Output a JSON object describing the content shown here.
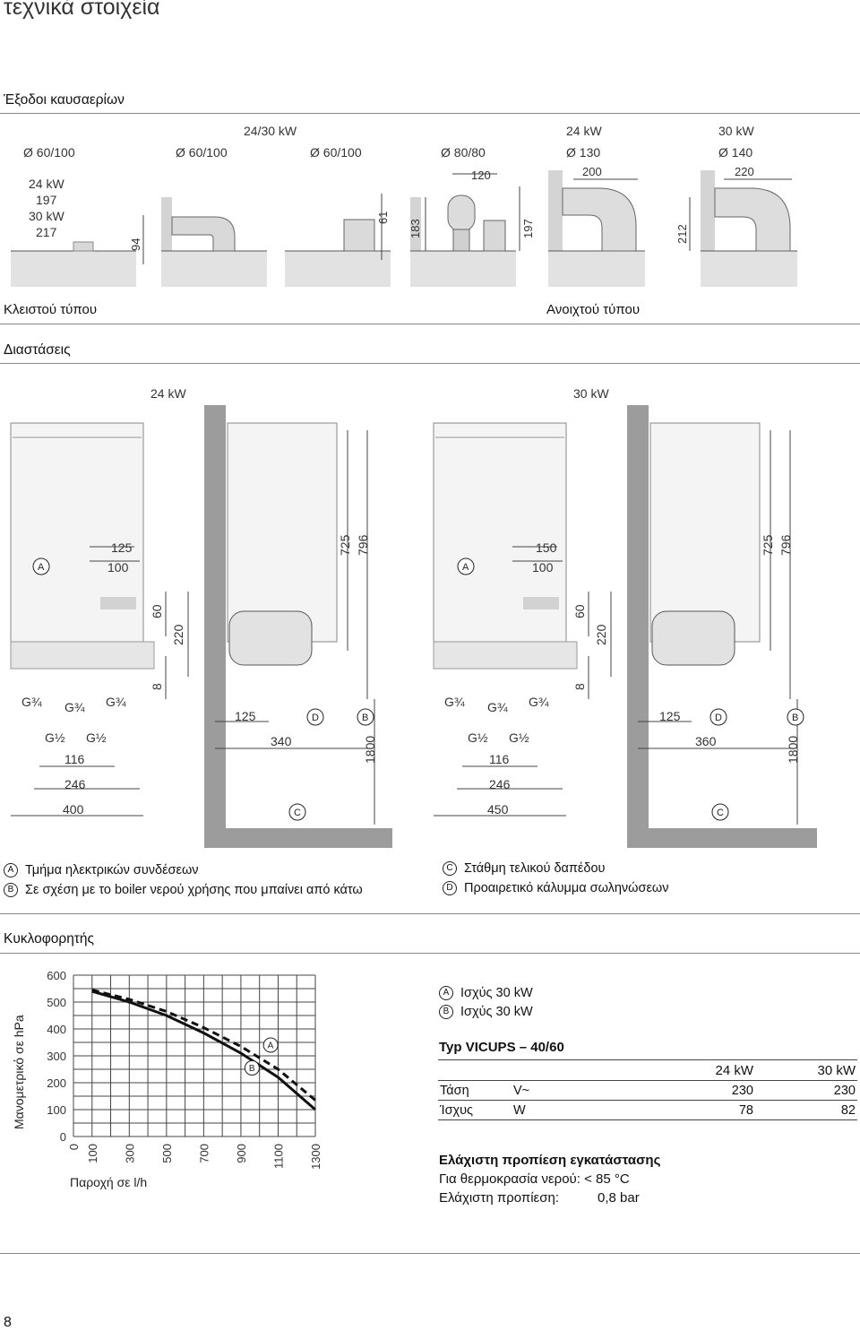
{
  "page": {
    "title": "τεχνικά στοιχεία",
    "page_number": "8"
  },
  "flue": {
    "title": "Έξοδοι καυσαερίων",
    "closed_label": "Κλειστού τύπου",
    "open_label": "Ανοιχτού τύπου",
    "group_24_30": "24/30 kW",
    "group_24": "24 kW",
    "group_30": "30 kW",
    "d1": "Ø 60/100",
    "d2": "Ø 60/100",
    "d3": "Ø 60/100",
    "d4": "Ø 80/80",
    "d5": "Ø 130",
    "d6": "Ø 140",
    "p1_l1": "24 kW",
    "p1_l2": "197",
    "p1_l3": "30 kW",
    "p1_l4": "217",
    "dim_94": "94",
    "dim_61": "61",
    "dim_183": "183",
    "dim_120": "120",
    "dim_197": "197",
    "dim_200": "200",
    "dim_212": "212",
    "dim_220": "220"
  },
  "dimensions": {
    "title": "Διαστάσεις",
    "left": {
      "label": "24 kW",
      "d125": "125",
      "d100": "100",
      "d60": "60",
      "d220": "220",
      "d8": "8",
      "d725": "725",
      "d796": "796",
      "d1800": "1800",
      "d125b": "125",
      "d340": "340",
      "d116": "116",
      "d246": "246",
      "d400": "400",
      "g34a": "G¾",
      "g34b": "G¾",
      "g34c": "G¾",
      "g12a": "G½",
      "g12b": "G½",
      "A": "A",
      "B": "B",
      "C": "C",
      "D": "D"
    },
    "right": {
      "label": "30 kW",
      "d150": "150",
      "d100": "100",
      "d60": "60",
      "d220": "220",
      "d8": "8",
      "d725": "725",
      "d796": "796",
      "d1800": "1800",
      "d125b": "125",
      "d360": "360",
      "d116": "116",
      "d246": "246",
      "d450": "450",
      "g34a": "G¾",
      "g34b": "G¾",
      "g34c": "G¾",
      "g12a": "G½",
      "g12b": "G½",
      "A": "A",
      "B": "B",
      "C": "C",
      "D": "D"
    },
    "legend": [
      {
        "key": "A",
        "text": "Τμήμα ηλεκτρικών συνδέσεων"
      },
      {
        "key": "B",
        "text": "Σε σχέση με το boiler νερού χρήσης που μπαίνει από κάτω"
      },
      {
        "key": "C",
        "text": "Στάθμη τελικού δαπέδου"
      },
      {
        "key": "D",
        "text": "Προαιρετικό κάλυμμα σωληνώσεων"
      }
    ]
  },
  "pump": {
    "title": "Κυκλοφορητής",
    "legend": [
      {
        "key": "A",
        "text": "Ισχύς 30 kW"
      },
      {
        "key": "B",
        "text": "Ισχύς 30 kW"
      }
    ],
    "type_label": "Typ VICUPS – 40/60",
    "table": {
      "headers": [
        "",
        "",
        "24 kW",
        "30 kW"
      ],
      "rows": [
        [
          "Τάση",
          "V~",
          "230",
          "230"
        ],
        [
          "Ίσχυς",
          "W",
          "78",
          "82"
        ]
      ]
    },
    "min_pressure": {
      "title": "Ελάχιστη προπίεση εγκατάστασης",
      "line1": "Για θερμοκρασία νερού: < 85 °C",
      "line2_label": "Ελάχιστη προπίεση:",
      "line2_value": "0,8 bar"
    }
  },
  "chart_data": {
    "type": "line",
    "xlabel": "Παροχή σε l/h",
    "ylabel": "Μανομετρικό σε hPa",
    "xlim": [
      0,
      1300
    ],
    "ylim": [
      0,
      600
    ],
    "x_ticks": [
      "0",
      "100",
      "300",
      "500",
      "700",
      "900",
      "1100",
      "1300"
    ],
    "y_ticks": [
      "0",
      "100",
      "200",
      "300",
      "400",
      "500",
      "600"
    ],
    "grid": true,
    "series": [
      {
        "name": "A",
        "style": "dashed",
        "x": [
          100,
          300,
          500,
          700,
          900,
          1100,
          1300
        ],
        "y": [
          545,
          510,
          465,
          405,
          335,
          250,
          135
        ]
      },
      {
        "name": "B",
        "style": "solid",
        "x": [
          100,
          300,
          500,
          700,
          900,
          1100,
          1300
        ],
        "y": [
          540,
          500,
          450,
          385,
          310,
          220,
          100
        ]
      }
    ]
  }
}
